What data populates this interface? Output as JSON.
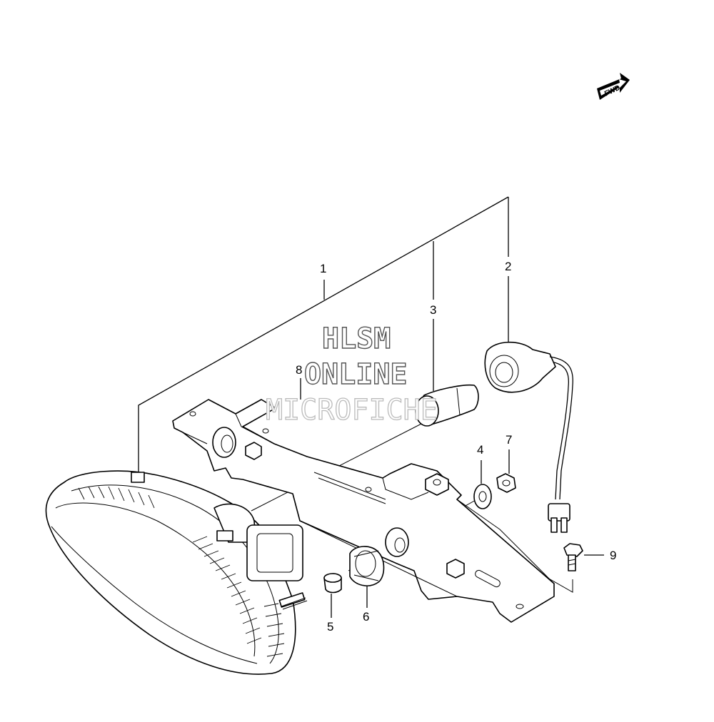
{
  "callouts": {
    "c1": "1",
    "c2": "2",
    "c3": "3",
    "c4": "4",
    "c5": "5",
    "c6": "6",
    "c7": "7",
    "c8": "8",
    "c9": "9"
  },
  "fwd_label": "FWD",
  "watermark": {
    "line1": "HLSM",
    "line2": "ONLINE",
    "line3": "MICROFICHE"
  }
}
